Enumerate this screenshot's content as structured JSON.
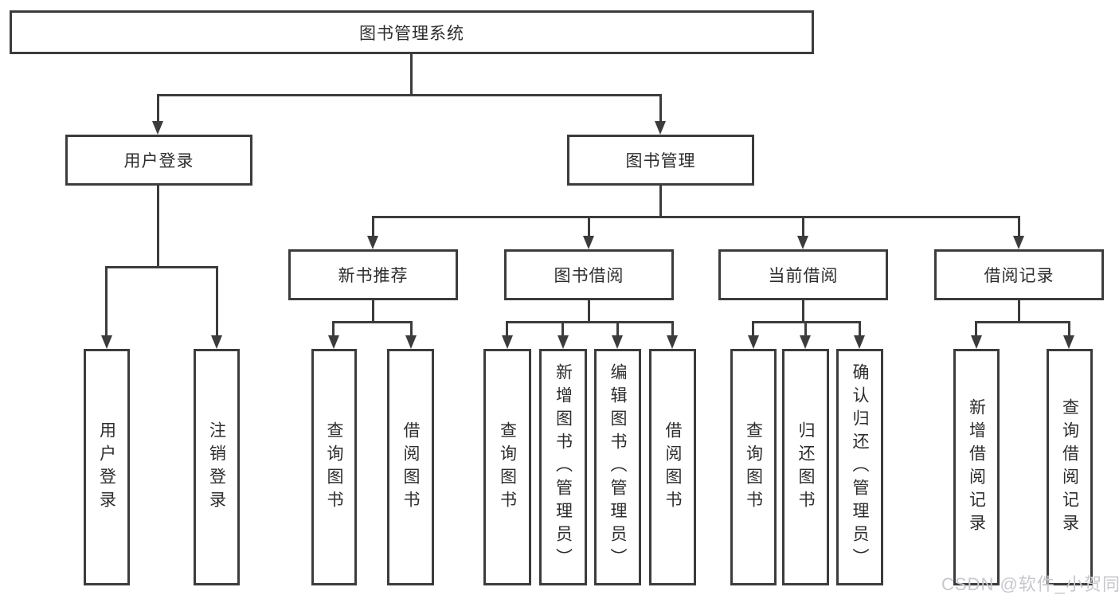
{
  "nodes": {
    "root": "图书管理系统",
    "user_login": "用户登录",
    "book_mgmt": "图书管理",
    "new_book_rec": "新书推荐",
    "book_borrow": "图书借阅",
    "current_borrow": "当前借阅",
    "borrow_record": "借阅记录",
    "leaf_user_login": "用户登录",
    "leaf_logout_login": "注销登录",
    "leaf_query_book_a": "查询图书",
    "leaf_borrow_book_a": "借阅图书",
    "leaf_query_book_b": "查询图书",
    "leaf_add_book_admin": "新增图书（管理员）",
    "leaf_edit_book_admin": "编辑图书（管理员）",
    "leaf_borrow_book_b": "借阅图书",
    "leaf_query_book_c": "查询图书",
    "leaf_return_book": "归还图书",
    "leaf_confirm_return_admin": "确认归还（管理员）",
    "leaf_add_borrow_record": "新增借阅记录",
    "leaf_query_borrow_record": "查询借阅记录"
  },
  "watermark": "CSDN @软件_小贺同学",
  "colors": {
    "line": "#3c3c3c",
    "text": "#2d2d2d",
    "watermark": "#c7c7cd",
    "background": "#ffffff"
  }
}
